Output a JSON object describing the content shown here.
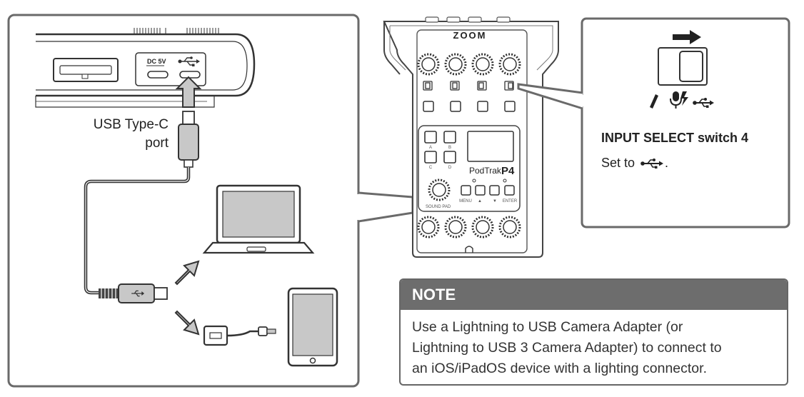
{
  "labels": {
    "usb_port_1": "USB Type-C",
    "usb_port_2": "port",
    "dc_label": "DC 5V",
    "zoom_logo": "ZOOM",
    "podtrak_name": "PodTrak",
    "podtrak_model": "P4",
    "pad_a": "A",
    "pad_b": "B",
    "pad_c": "C",
    "pad_d": "D",
    "menu": "MENU",
    "enter": "ENTER",
    "sound_pad": "SOUND PAD",
    "up": "▲",
    "down": "▼"
  },
  "callout": {
    "title": "INPUT SELECT switch 4",
    "desc_prefix": "Set to",
    "desc_suffix": "."
  },
  "note": {
    "title": "NOTE",
    "lines": [
      "Use a Lightning to USB Camera Adapter (or",
      "Lightning to USB 3 Camera Adapter) to connect to",
      "an iOS/iPadOS device with a lighting connector."
    ]
  },
  "icons": [
    "usb-icon",
    "mic-icon",
    "phantom-mic-icon",
    "arrow-right-icon",
    "headphone-icon"
  ],
  "colors": {
    "frame": "#6a6a6a",
    "line": "#333333",
    "fill_gray": "#c8c8c8",
    "note_header": "#6d6d6d"
  }
}
